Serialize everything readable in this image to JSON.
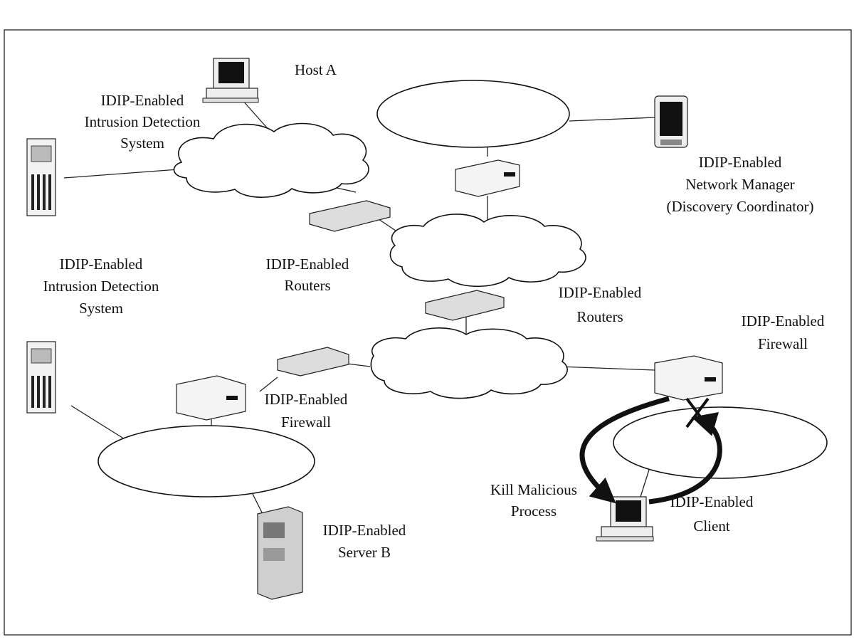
{
  "labels": {
    "host_a": "Host A",
    "ids_top": [
      "IDIP-Enabled",
      "Intrusion Detection",
      "System"
    ],
    "net_manager": [
      "IDIP-Enabled",
      "Network Manager",
      "(Discovery Coordinator)"
    ],
    "routers_left": [
      "IDIP-Enabled",
      "Routers"
    ],
    "routers_right": [
      "IDIP-Enabled",
      "Routers"
    ],
    "ids_left": [
      "IDIP-Enabled",
      "Intrusion Detection",
      "System"
    ],
    "firewall_right": [
      "IDIP-Enabled",
      "Firewall"
    ],
    "firewall_left": [
      "IDIP-Enabled",
      "Firewall"
    ],
    "kill_process": [
      "Kill Malicious",
      "Process"
    ],
    "client": [
      "IDIP-Enabled",
      "Client"
    ],
    "server_b": [
      "IDIP-Enabled",
      "Server B"
    ]
  },
  "annotations": {
    "block_mark": "X"
  },
  "colors": {
    "line": "#222222",
    "device_fill": "#f2f2f2",
    "screen": "#111111",
    "arrow": "#111111"
  }
}
